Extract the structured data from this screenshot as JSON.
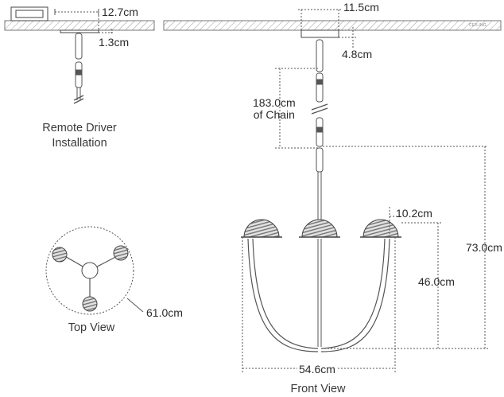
{
  "colors": {
    "line": "#555555",
    "dim_line": "#555555",
    "hatch": "#9a9a9a",
    "text": "#2b2b2b",
    "shade_dark": "#6e6e6e",
    "shade_light": "#d4d4d4"
  },
  "remote_driver": {
    "caption_line1": "Remote Driver",
    "caption_line2": "Installation",
    "box_width": "12.7cm",
    "box_depth": "1.3cm"
  },
  "front_view": {
    "caption": "Front View",
    "canopy_width": "11.5cm",
    "canopy_height": "4.8cm",
    "chain_length_line1": "183.0cm",
    "chain_length_line2": "of Chain",
    "shade_width": "10.2cm",
    "overall_height": "73.0cm",
    "fixture_height": "46.0cm",
    "overall_width": "54.6cm",
    "ceiling_mark": "CEILING"
  },
  "top_view": {
    "caption": "Top View",
    "diameter": "61.0cm"
  }
}
